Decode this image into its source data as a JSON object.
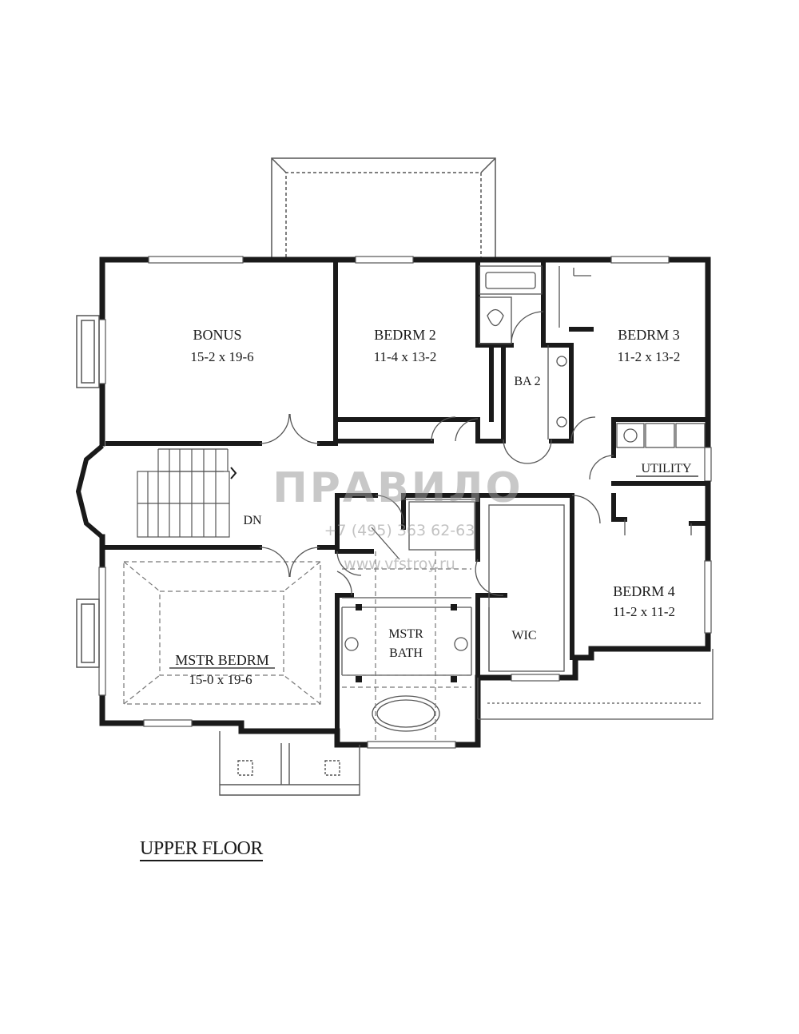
{
  "title": "UPPER FLOOR",
  "rooms": {
    "bonus": {
      "name": "BONUS",
      "dims": "15-2 x 19-6"
    },
    "bedrm2": {
      "name": "BEDRM 2",
      "dims": "11-4 x 13-2"
    },
    "bedrm3": {
      "name": "BEDRM 3",
      "dims": "11-2 x 13-2"
    },
    "ba2": {
      "name": "BA 2"
    },
    "utility": {
      "name": "UTILITY"
    },
    "dn": {
      "name": "DN"
    },
    "bedrm4": {
      "name": "BEDRM 4",
      "dims": "11-2 x 11-2"
    },
    "wic": {
      "name": "WIC"
    },
    "mstr_bath": {
      "name1": "MSTR",
      "name2": "BATH"
    },
    "mstr_bedrm": {
      "name": "MSTR BEDRM",
      "dims": "15-0 x 19-6"
    }
  },
  "watermark": {
    "logo": "ПРАВИЛО",
    "phone": "+7 (495) 363 62-63",
    "url": "www.vfstroy.ru"
  },
  "colors": {
    "wall": "#1a1a1a",
    "thin": "#555555",
    "watermark": "#9a9a9a"
  }
}
